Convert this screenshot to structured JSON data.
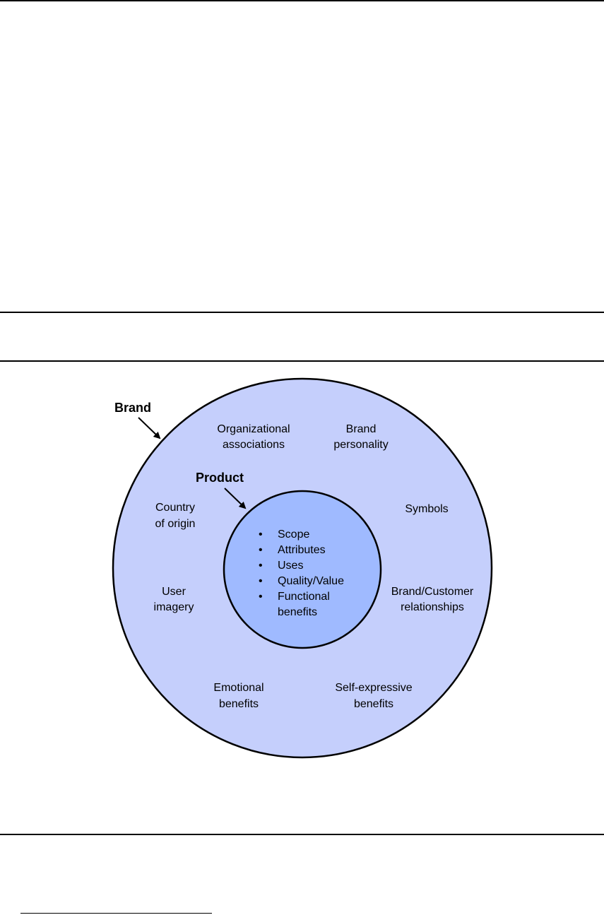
{
  "diagram": {
    "outer_label": "Brand",
    "inner_label": "Product",
    "product_items": [
      "Scope",
      "Attributes",
      "Uses",
      "Quality/Value",
      "Functional",
      "benefits"
    ],
    "brand_items": {
      "organizational": [
        "Organizational",
        "associations"
      ],
      "personality": [
        "Brand",
        "personality"
      ],
      "symbols": [
        "Symbols"
      ],
      "country": [
        "Country",
        "of origin"
      ],
      "user_imagery": [
        "User",
        "imagery"
      ],
      "relationships": [
        "Brand/Customer",
        "relationships"
      ],
      "emotional": [
        "Emotional",
        "benefits"
      ],
      "self_expressive": [
        "Self-expressive",
        "benefits"
      ]
    },
    "colors": {
      "outer_fill": "#c5cffc",
      "inner_fill": "#9fbaff",
      "stroke": "#000000"
    }
  }
}
